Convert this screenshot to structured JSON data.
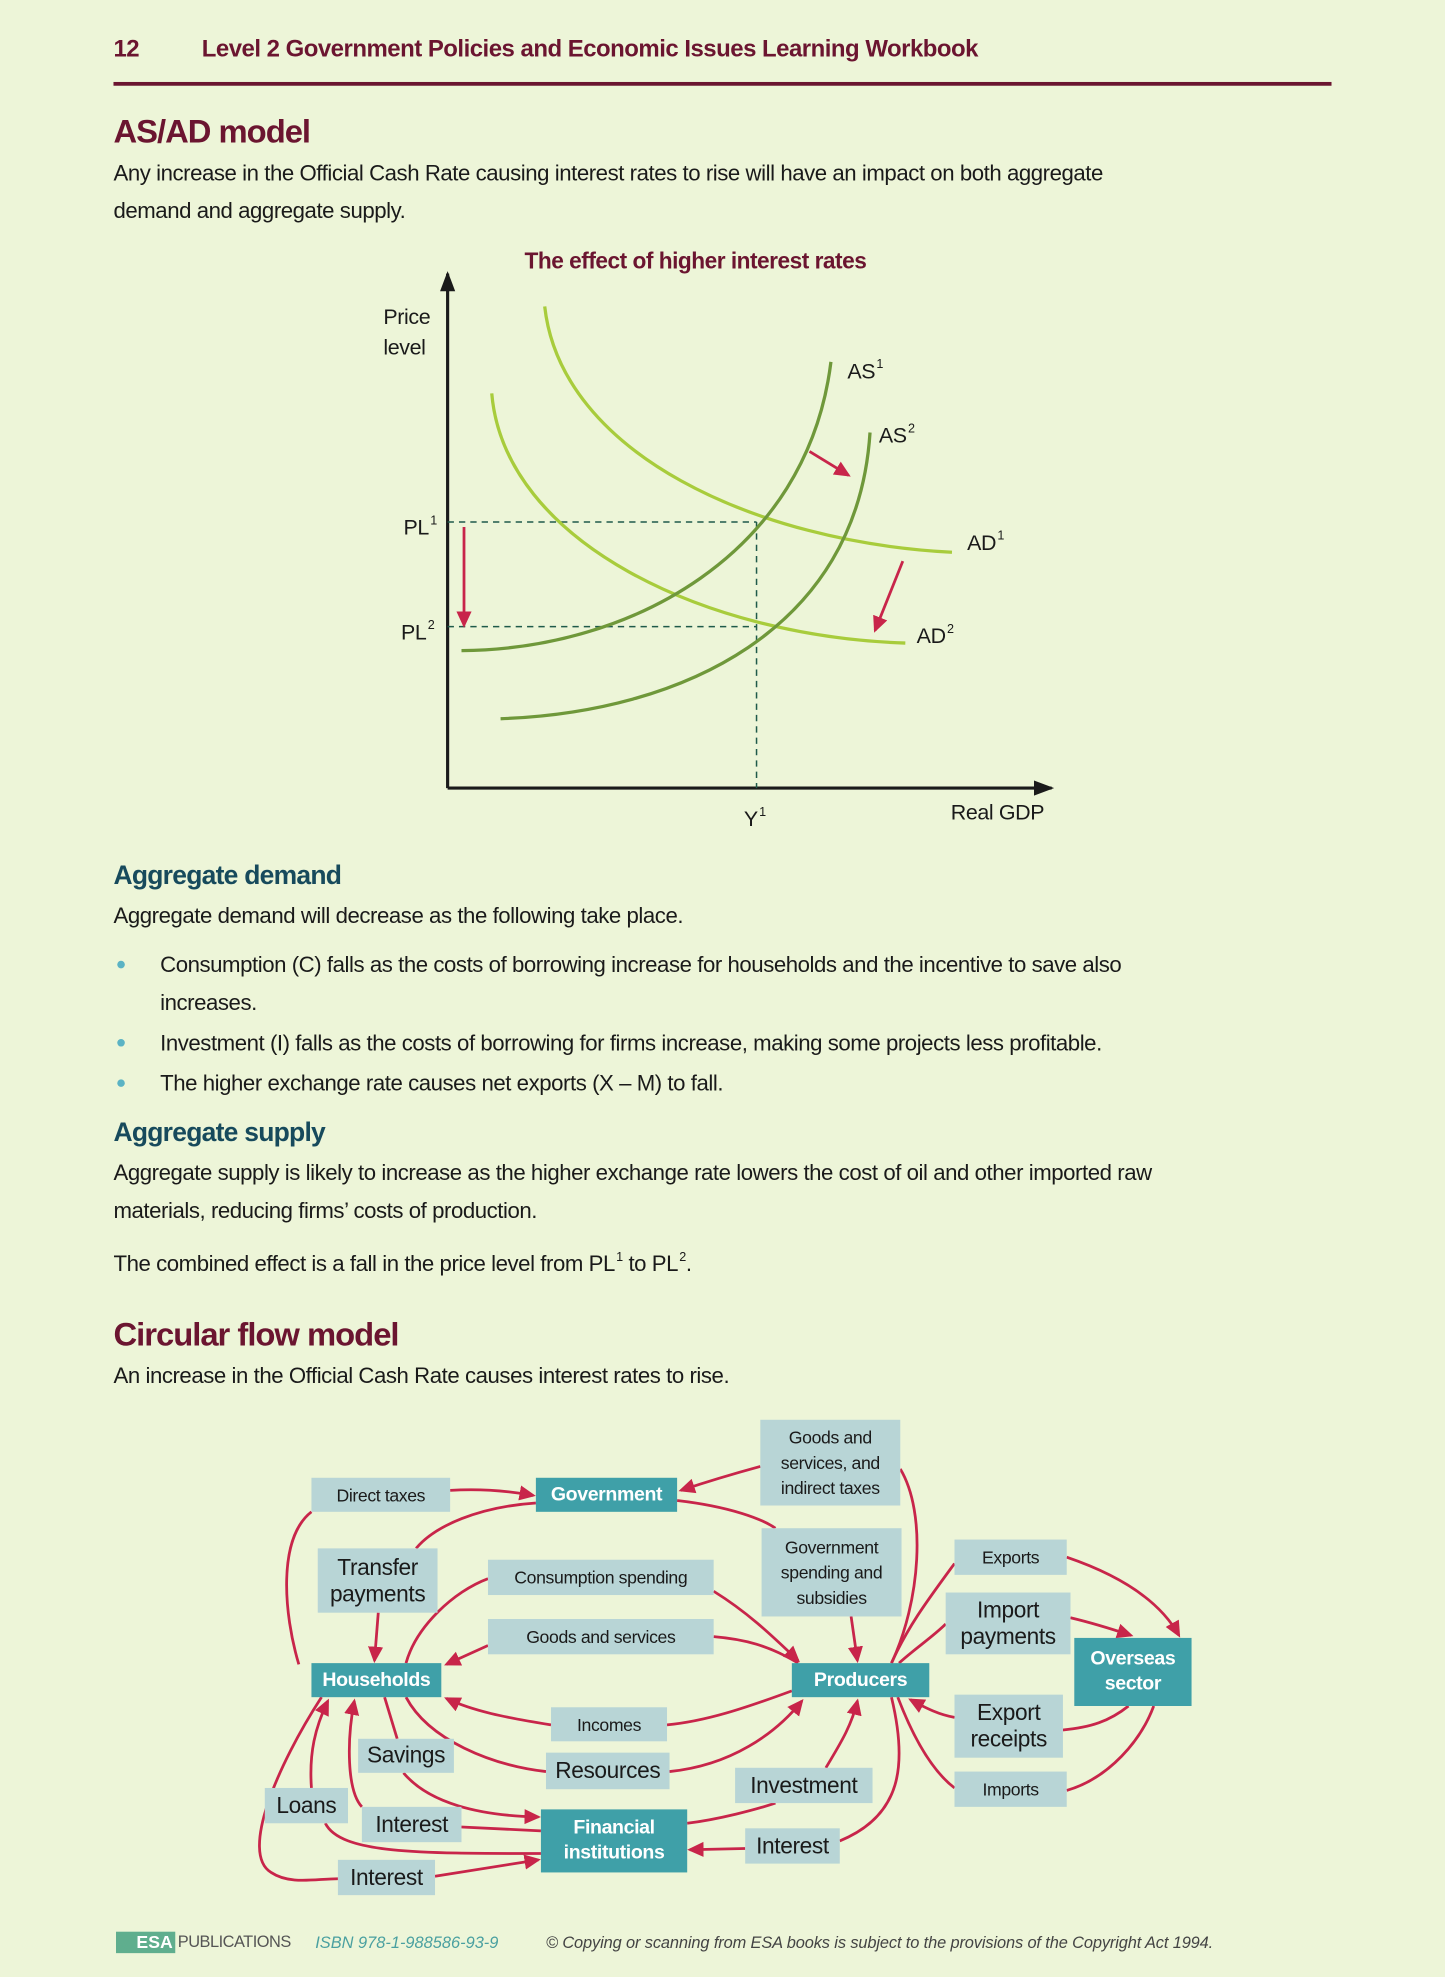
{
  "header": {
    "page_number": "12",
    "book_title": "Level 2 Government Policies and Economic Issues Learning Workbook"
  },
  "asad": {
    "heading": "AS/AD model",
    "intro_lines": [
      "Any increase in the Official Cash Rate causing interest rates to rise will have an impact on both aggregate",
      "demand and aggregate supply."
    ],
    "figure": {
      "title": "The effect of higher interest rates",
      "y_axis_label": [
        "Price",
        "level"
      ],
      "x_axis_label": "Real GDP",
      "pl1": {
        "base": "PL",
        "sup": "1"
      },
      "pl2": {
        "base": "PL",
        "sup": "2"
      },
      "y1": {
        "base": "Y",
        "sup": "1"
      },
      "as1": {
        "base": "AS",
        "sup": "1"
      },
      "as2": {
        "base": "AS",
        "sup": "2"
      },
      "ad1": {
        "base": "AD",
        "sup": "1"
      },
      "ad2": {
        "base": "AD",
        "sup": "2"
      }
    }
  },
  "aggregate_demand": {
    "heading": "Aggregate demand",
    "intro": "Aggregate demand will decrease as the following take place.",
    "bullets": [
      [
        "Consumption (C) falls as the costs of borrowing increase for households and the incentive to save also",
        "increases."
      ],
      [
        "Investment (I) falls as the costs of borrowing for firms increase, making some projects less profitable."
      ],
      [
        "The higher exchange rate causes net exports (X – M) to fall."
      ]
    ]
  },
  "aggregate_supply": {
    "heading": "Aggregate supply",
    "lines": [
      "Aggregate supply is likely to increase as the higher exchange rate lowers the cost of oil and other imported raw",
      "materials, reducing firms’ costs of production."
    ],
    "combined": {
      "text1": "The combined effect is a fall in the price level from PL",
      "sup1": "1",
      "text2": " to PL",
      "sup2": "2",
      "text3": "."
    }
  },
  "circular_flow": {
    "heading": "Circular flow model",
    "intro": "An increase in the Official Cash Rate causes interest rates to rise.",
    "sectors": {
      "government": "Government",
      "households": "Households",
      "producers": "Producers",
      "overseas": [
        "Overseas",
        "sector"
      ],
      "financial": [
        "Financial",
        "institutions"
      ]
    },
    "flows": {
      "direct_taxes": "Direct taxes",
      "goods_indirect": [
        "Goods and",
        "services, and",
        "indirect taxes"
      ],
      "transfer_payments": [
        "Transfer",
        "payments"
      ],
      "consumption_spending": "Consumption spending",
      "gov_spending": [
        "Government",
        "spending and",
        "subsidies"
      ],
      "exports": "Exports",
      "import_payments": [
        "Import",
        "payments"
      ],
      "goods_services": "Goods and services",
      "incomes": "Incomes",
      "export_receipts": [
        "Export",
        "receipts"
      ],
      "savings": "Savings",
      "resources": "Resources",
      "investment": "Investment",
      "imports": "Imports",
      "loans": "Loans",
      "interest_left": "Interest",
      "interest_right": "Interest",
      "interest_bottom": "Interest"
    }
  },
  "footer": {
    "logo": "ESA",
    "publisher": "PUBLICATIONS",
    "isbn": "ISBN 978-1-988586-93-9",
    "copyright": "© Copying or scanning from ESA books is subject to the provisions of the Copyright Act 1994."
  },
  "colors": {
    "maroon": "#6b1530",
    "teal_heading": "#174a5c",
    "arrow": "#c8254a",
    "box": "#b8d5d6",
    "sector_box": "#3fa0a8",
    "ad_curve": "#a8cc3c",
    "as_curve": "#6f983a",
    "background": "#edf5d8"
  }
}
